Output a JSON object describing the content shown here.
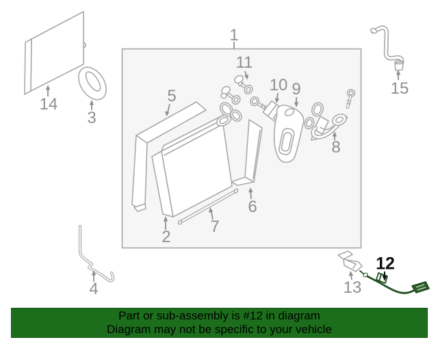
{
  "diagram": {
    "description": "Exploded parts diagram of HVAC evaporator assembly",
    "callouts": [
      {
        "label": "1",
        "highlighted": false
      },
      {
        "label": "2",
        "highlighted": false
      },
      {
        "label": "3",
        "highlighted": false
      },
      {
        "label": "4",
        "highlighted": false
      },
      {
        "label": "5",
        "highlighted": false
      },
      {
        "label": "6",
        "highlighted": false
      },
      {
        "label": "7",
        "highlighted": false
      },
      {
        "label": "8",
        "highlighted": false
      },
      {
        "label": "9",
        "highlighted": false
      },
      {
        "label": "10",
        "highlighted": false
      },
      {
        "label": "11",
        "highlighted": false
      },
      {
        "label": "12",
        "highlighted": true
      },
      {
        "label": "13",
        "highlighted": false
      },
      {
        "label": "14",
        "highlighted": false
      },
      {
        "label": "15",
        "highlighted": false
      }
    ]
  },
  "banner": {
    "line1": "Part or sub-assembly is #12 in diagram",
    "line2": "Diagram may not be specific to your vehicle",
    "background": "#1c6e1c",
    "text_color": "#000000"
  },
  "colors": {
    "line_art": "#a9a9a9",
    "callout_text": "#8e8e8e",
    "highlight_part": "#235023",
    "highlight_label": "#0d0d0d",
    "assembly_box_fill": "#f6f6f6"
  }
}
